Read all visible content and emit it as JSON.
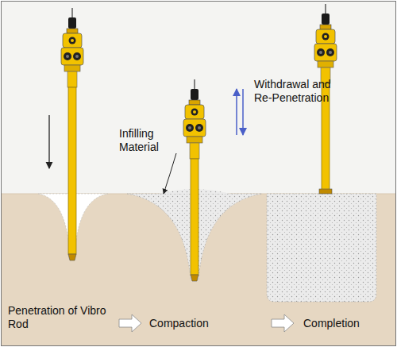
{
  "diagram": {
    "labels": [
      "Withdrawal and Re-Penetration",
      "Infilling Material",
      "Penetration of Vibro Rod",
      "Compaction",
      "Completion"
    ]
  }
}
